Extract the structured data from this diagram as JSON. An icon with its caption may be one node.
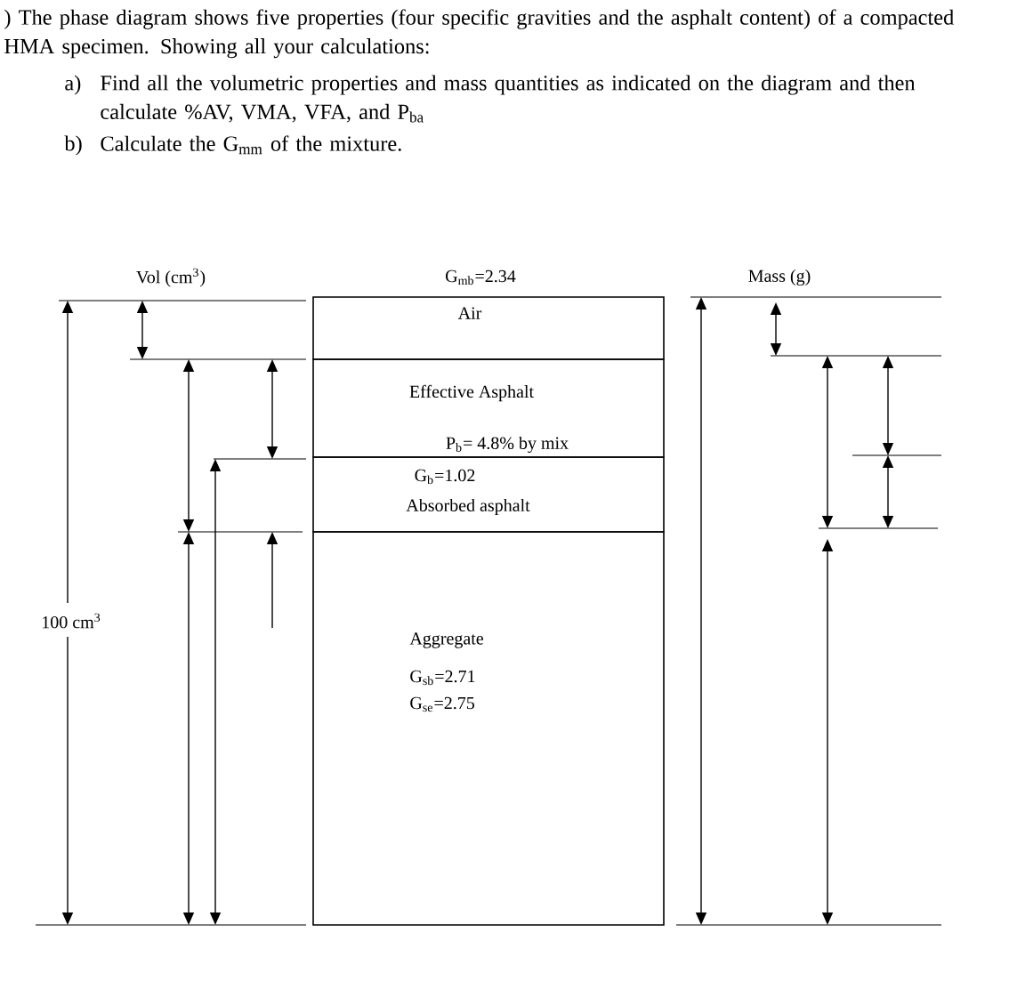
{
  "diagram": {
    "nodes": [
      {
        "text": [
          "Air"
        ]
      },
      {
        "text": [
          "Effective Asphalt",
          "P$_{b}$= 4.8% by mix"
        ]
      },
      {
        "text": [
          "G$_{b}$=1.02",
          "Absorbed asphalt"
        ]
      },
      {
        "text": [
          "Aggregate",
          "G$_{sb}$=2.71",
          "G$_{se}$=2.75"
        ]
      }
    ],
    "labels": [
      ") The phase diagram shows five properties (four specific gravities and the asphalt content) of a compacted HMA specimen.  Showing all your calculations:",
      "a)",
      "Find all the volumetric properties and mass quantities as indicated on the diagram and then calculate %AV, VMA, VFA, and P$_{ba}$",
      "b)",
      "Calculate the G$_{mm}$ of the mixture.",
      "Vol (cm$^{3}$)",
      "G$_{mb}$=2.34",
      "Mass (g)",
      "100 cm$^{3}$"
    ]
  }
}
